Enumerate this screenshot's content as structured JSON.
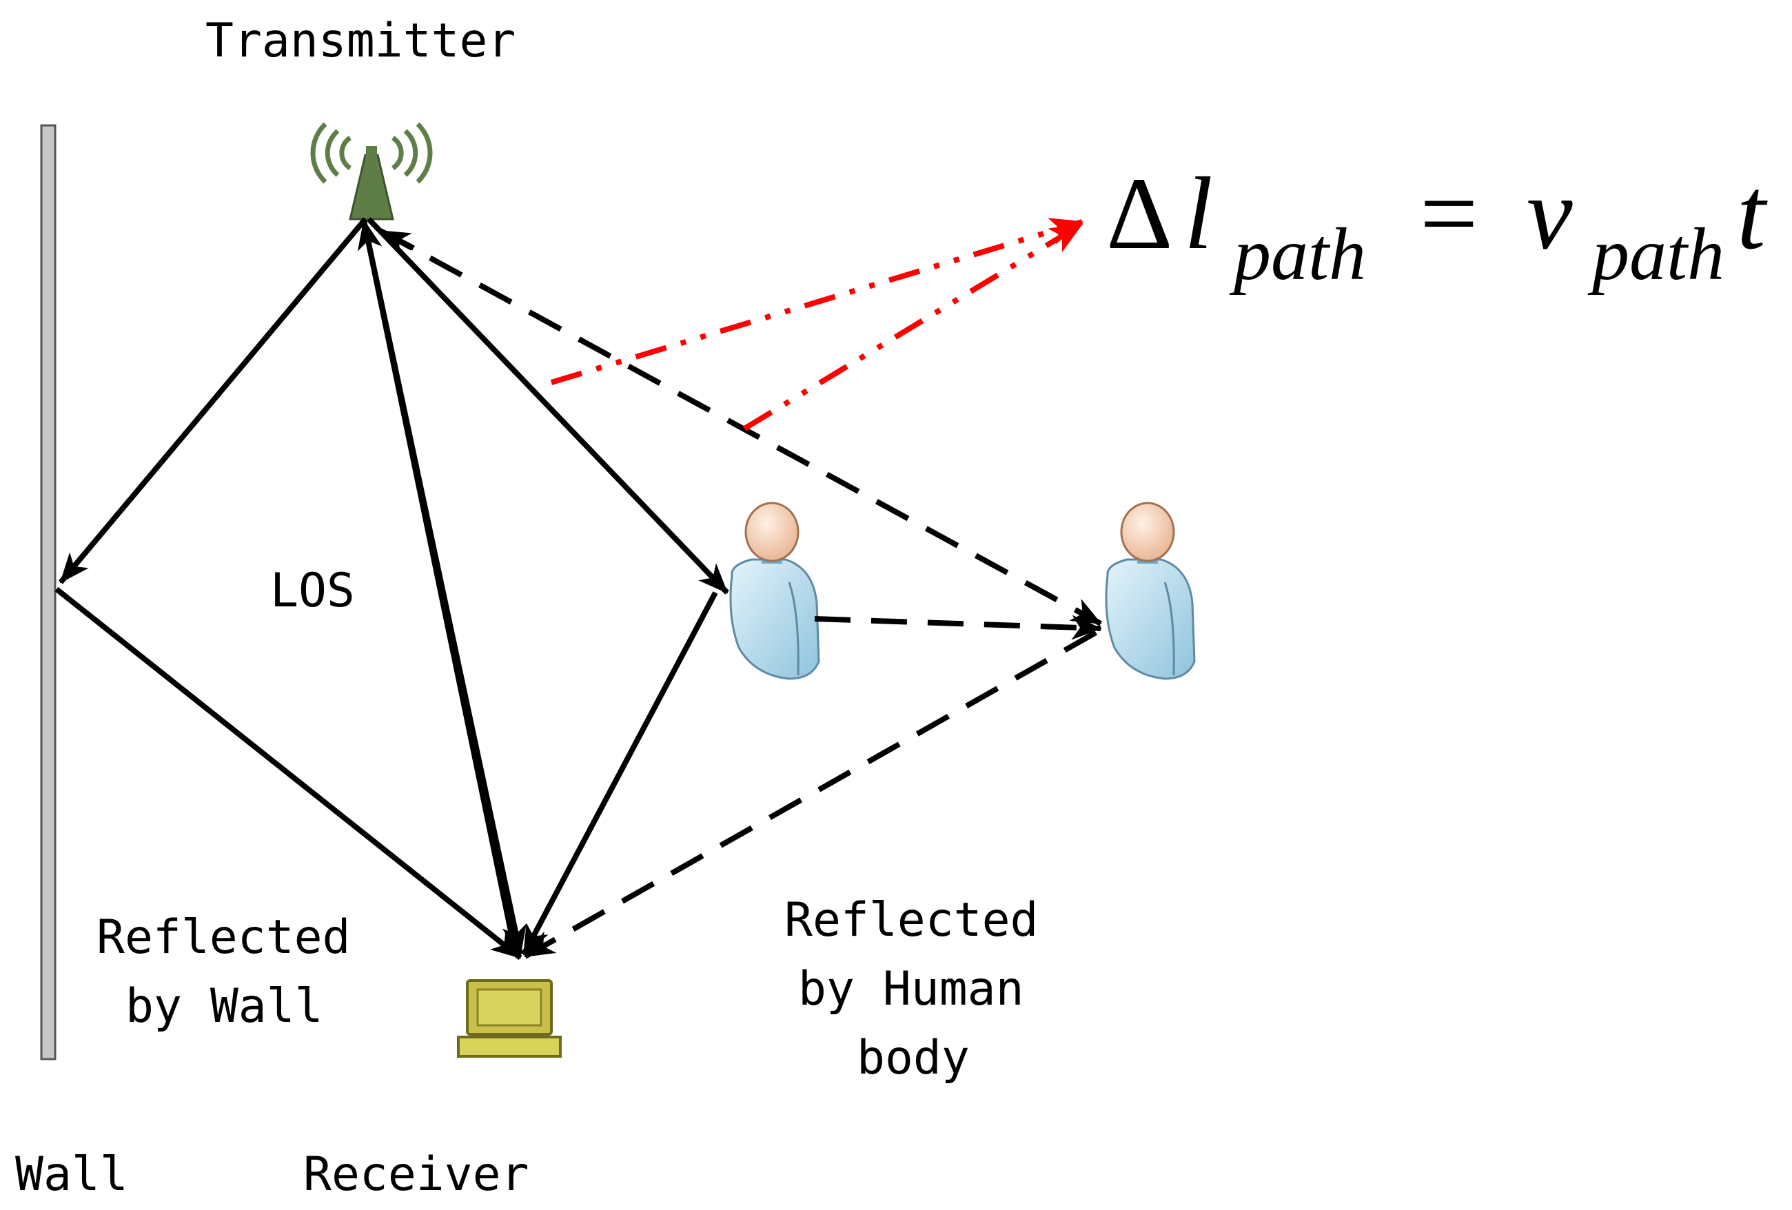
{
  "labels": {
    "transmitter": "Transmitter",
    "los": "LOS",
    "reflected_wall_line1": "Reflected",
    "reflected_wall_line2": "by Wall",
    "reflected_human_line1": "Reflected",
    "reflected_human_line2": "by Human",
    "reflected_human_line3": "body",
    "wall": "Wall",
    "receiver": "Receiver"
  },
  "formula": {
    "delta": "Δ",
    "l": "l",
    "l_subscript": "path",
    "equals": "=",
    "v": "v",
    "v_subscript": "path",
    "t": "t"
  },
  "icons": {
    "transmitter": "antenna-tower-icon",
    "receiver": "laptop-icon",
    "person_1": "person-icon",
    "person_2": "person-icon"
  },
  "colors": {
    "solid_paths": "#000000",
    "dashed_paths": "#000000",
    "highlight_paths": "#ff0000",
    "wall": "#c0c0c0",
    "antenna": "#5f7d46",
    "laptop": "#d8d35a",
    "person_body": "#bfe0f0",
    "person_head": "#f3cfb6"
  }
}
